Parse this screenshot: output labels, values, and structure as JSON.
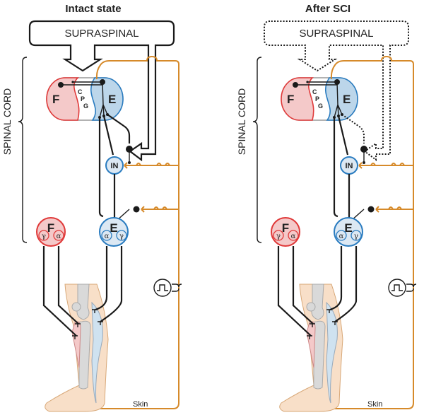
{
  "panels": [
    {
      "id": "intact",
      "title": "Intact state",
      "supraspinal_label": "SUPRASPINAL",
      "supraspinal_style": "solid",
      "spinal_cord_label": "SPINAL CORD",
      "cpg": {
        "flexor_label": "F",
        "extensor_label": "E",
        "letters": [
          "C",
          "P",
          "G"
        ]
      },
      "interneuron_label": "IN",
      "flexor_motor_pool": {
        "label": "F",
        "sub": [
          "γ",
          "α"
        ]
      },
      "extensor_motor_pool": {
        "label": "E",
        "sub": [
          "α",
          "γ"
        ]
      },
      "skin_label": "Skin"
    },
    {
      "id": "after-sci",
      "title": "After SCI",
      "supraspinal_label": "SUPRASPINAL",
      "supraspinal_style": "dotted",
      "spinal_cord_label": "SPINAL CORD",
      "cpg": {
        "flexor_label": "F",
        "extensor_label": "E",
        "letters": [
          "C",
          "P",
          "G"
        ]
      },
      "interneuron_label": "IN",
      "flexor_motor_pool": {
        "label": "F",
        "sub": [
          "γ",
          "α"
        ]
      },
      "extensor_motor_pool": {
        "label": "E",
        "sub": [
          "α",
          "γ"
        ]
      },
      "skin_label": "Skin"
    }
  ],
  "colors": {
    "flexor_stroke": "#e03a3a",
    "flexor_fill": "#f4c9c9",
    "extensor_stroke": "#2a7cc0",
    "extensor_fill": "#bcd6ea",
    "afferent": "#d68a2a",
    "skin_fill": "#f8dfc8",
    "bone_fill": "#d9d9d9"
  },
  "icons": {
    "stimulator": "pulse-stimulator-icon"
  }
}
